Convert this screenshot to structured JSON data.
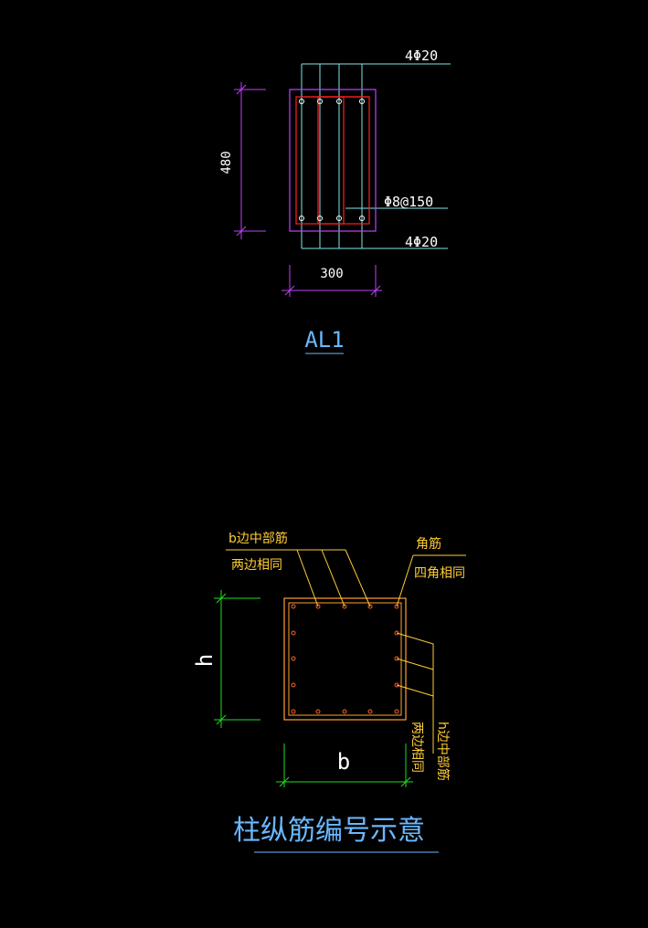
{
  "section1": {
    "top_rebar": "4Φ20",
    "bottom_rebar": "4Φ20",
    "stirrup": "Φ8@150",
    "dim_height": "480",
    "dim_width": "300",
    "title": "AL1"
  },
  "section2": {
    "label_b_middle": "b边中部筋",
    "label_b_same": "两边相同",
    "label_corner": "角筋",
    "label_corner_same": "四角相同",
    "label_h_middle": "h边中部筋",
    "label_h_same": "两边相同",
    "dim_h": "h",
    "dim_b": "b",
    "title": "柱纵筋编号示意"
  },
  "colors": {
    "background": "#000000",
    "cyan": "#7fe8e8",
    "magenta": "#c040ff",
    "red": "#ff2020",
    "white": "#ffffff",
    "yellow": "#ffcc33",
    "orange": "#ffa030",
    "green": "#20e020",
    "title_blue": "#6ab8ff"
  }
}
